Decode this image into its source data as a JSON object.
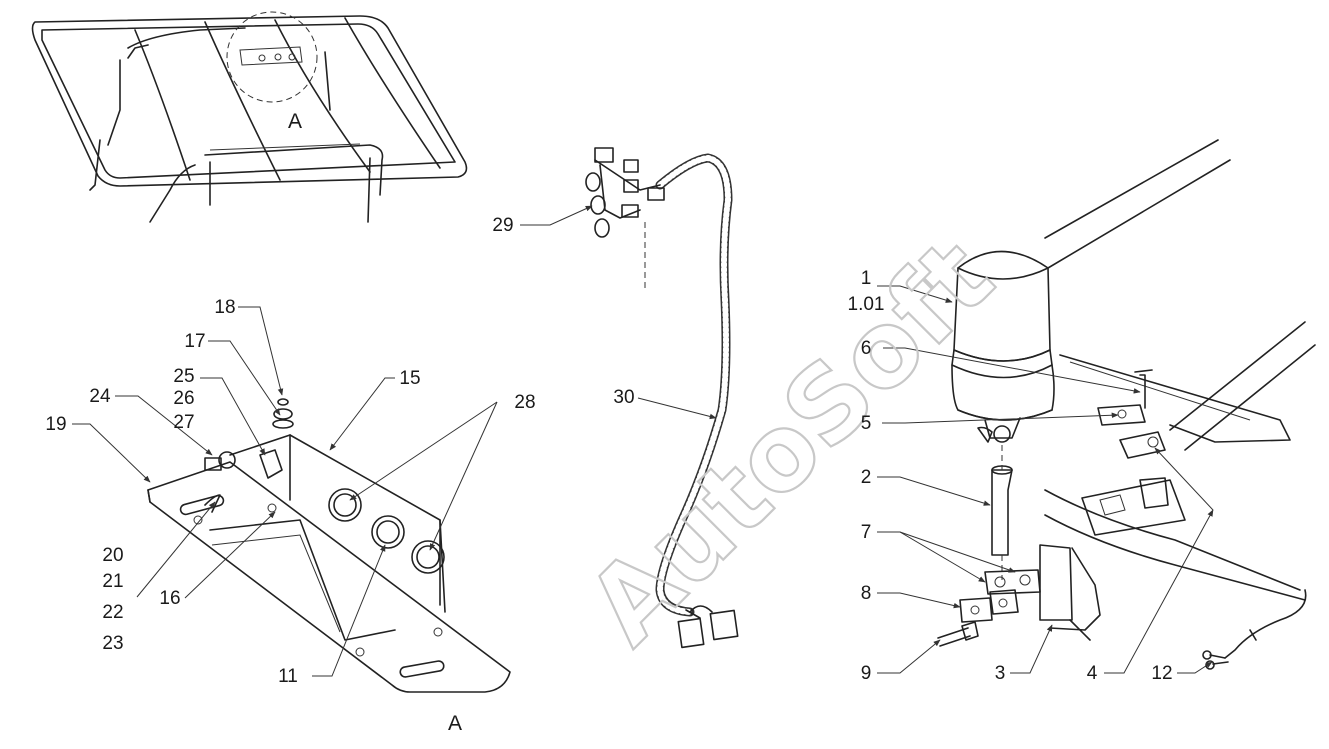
{
  "view_labels": {
    "detail_marker": "A",
    "detail_view": "A"
  },
  "watermark": "AutoSoft",
  "callouts": {
    "c1": "1",
    "c1_01": "1.01",
    "c2": "2",
    "c3": "3",
    "c4": "4",
    "c5": "5",
    "c6": "6",
    "c7": "7",
    "c8": "8",
    "c9": "9",
    "c11": "11",
    "c12": "12",
    "c15": "15",
    "c16": "16",
    "c17": "17",
    "c18": "18",
    "c19": "19",
    "c20": "20",
    "c21": "21",
    "c22": "22",
    "c23": "23",
    "c24": "24",
    "c25": "25",
    "c26": "26",
    "c27": "27",
    "c28": "28",
    "c29": "29",
    "c30": "30"
  }
}
